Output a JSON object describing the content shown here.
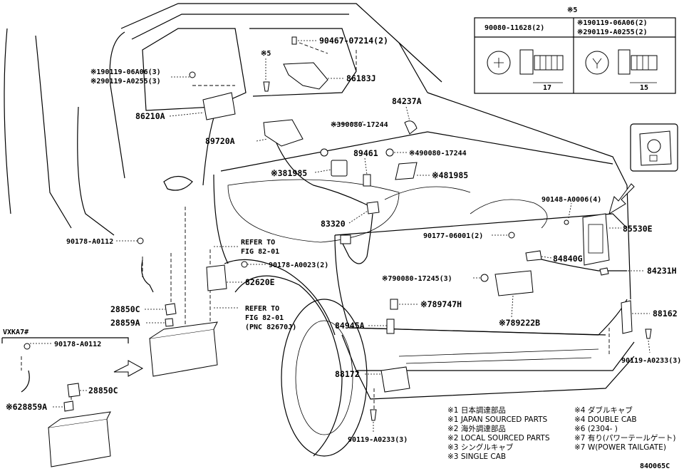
{
  "labels": {
    "p90467": "90467-07214(2)",
    "p86183J": "86183J",
    "s5_top": "※5",
    "p90119_a": "※190119-06A06(3)",
    "p90119_b": "※290119-A0255(3)",
    "p86210A": "86210A",
    "p84237A": "84237A",
    "p90080_3": "※390080-17244",
    "p89720A": "89720A",
    "p89461": "89461",
    "p90080_4": "※490080-17244",
    "p81985_3": "※381985",
    "p81985_4": "※481985",
    "p90148": "90148-A0006(4)",
    "p85530E": "85530E",
    "p83320": "83320",
    "p90178_top": "90178-A0112",
    "refer1_a": "REFER TO",
    "refer1_b": "FIG 82-01",
    "p90177": "90177-06001(2)",
    "p84840G": "84840G",
    "p90178_2": "90178-A0023(2)",
    "p84231H": "84231H",
    "p90080_7": "※790080-17245(3)",
    "p82620E": "82620E",
    "refer2_a": "REFER TO",
    "refer2_b": "FIG 82-01",
    "refer2_c": "(PNC 82670J)",
    "p28850C": "28850C",
    "p89747H": "※789747H",
    "p88162": "88162",
    "p28859A": "28859A",
    "p84945A": "84945A",
    "p89222B": "※789222B",
    "vxka": "VXKA7#",
    "p90178_bot": "90178-A0112",
    "p90119_r": "90119-A0233(3)",
    "p88172": "88172",
    "p28850C_b": "28850C",
    "p28859A_b": "※628859A",
    "p90119_b2": "90119-A0233(3)",
    "diagram_code": "84O065C"
  },
  "inset": {
    "title": "※5",
    "col1_header": "90080-11628(2)",
    "col2_header_a": "※190119-06A06(2)",
    "col2_header_b": "※290119-A0255(2)",
    "dim1": "17",
    "dim2": "15"
  },
  "legend": {
    "left": [
      "※1 日本調達部品",
      "※1 JAPAN SOURCED PARTS",
      "※2 海外調達部品",
      "※2 LOCAL SOURCED PARTS",
      "※3 シングルキャブ",
      "※3 SINGLE CAB"
    ],
    "right": [
      "※4 ダブルキャブ",
      "※4 DOUBLE CAB",
      "※6 (2304-     )",
      "※7 有り(パワーテールゲート)",
      "※7 W(POWER TAILGATE)"
    ]
  }
}
